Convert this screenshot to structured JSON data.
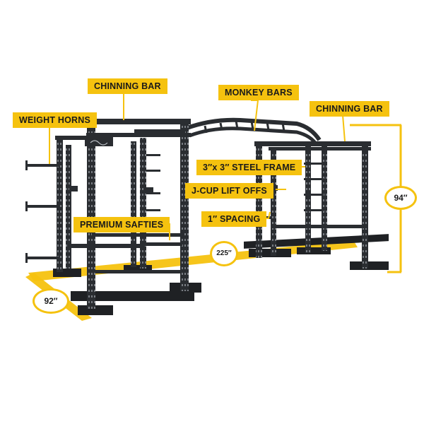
{
  "labels": {
    "weight_horns": "WEIGHT HORNS",
    "chinning_bar_left": "CHINNING BAR",
    "monkey_bars": "MONKEY BARS",
    "chinning_bar_right": "CHINNING BAR",
    "steel_frame": "3″x 3″ STEEL FRAME",
    "j_cup": "J-CUP LIFT OFFS",
    "spacing": "1″ SPACING",
    "premium_safties": "PREMIUM SAFTIES"
  },
  "dimensions": {
    "height": "94″",
    "length": "225″",
    "depth": "92″"
  },
  "colors": {
    "accent": "#f5c20f",
    "frame": "#2a2d31",
    "frame_dark": "#16181b",
    "label_text": "#1a1a1a"
  }
}
